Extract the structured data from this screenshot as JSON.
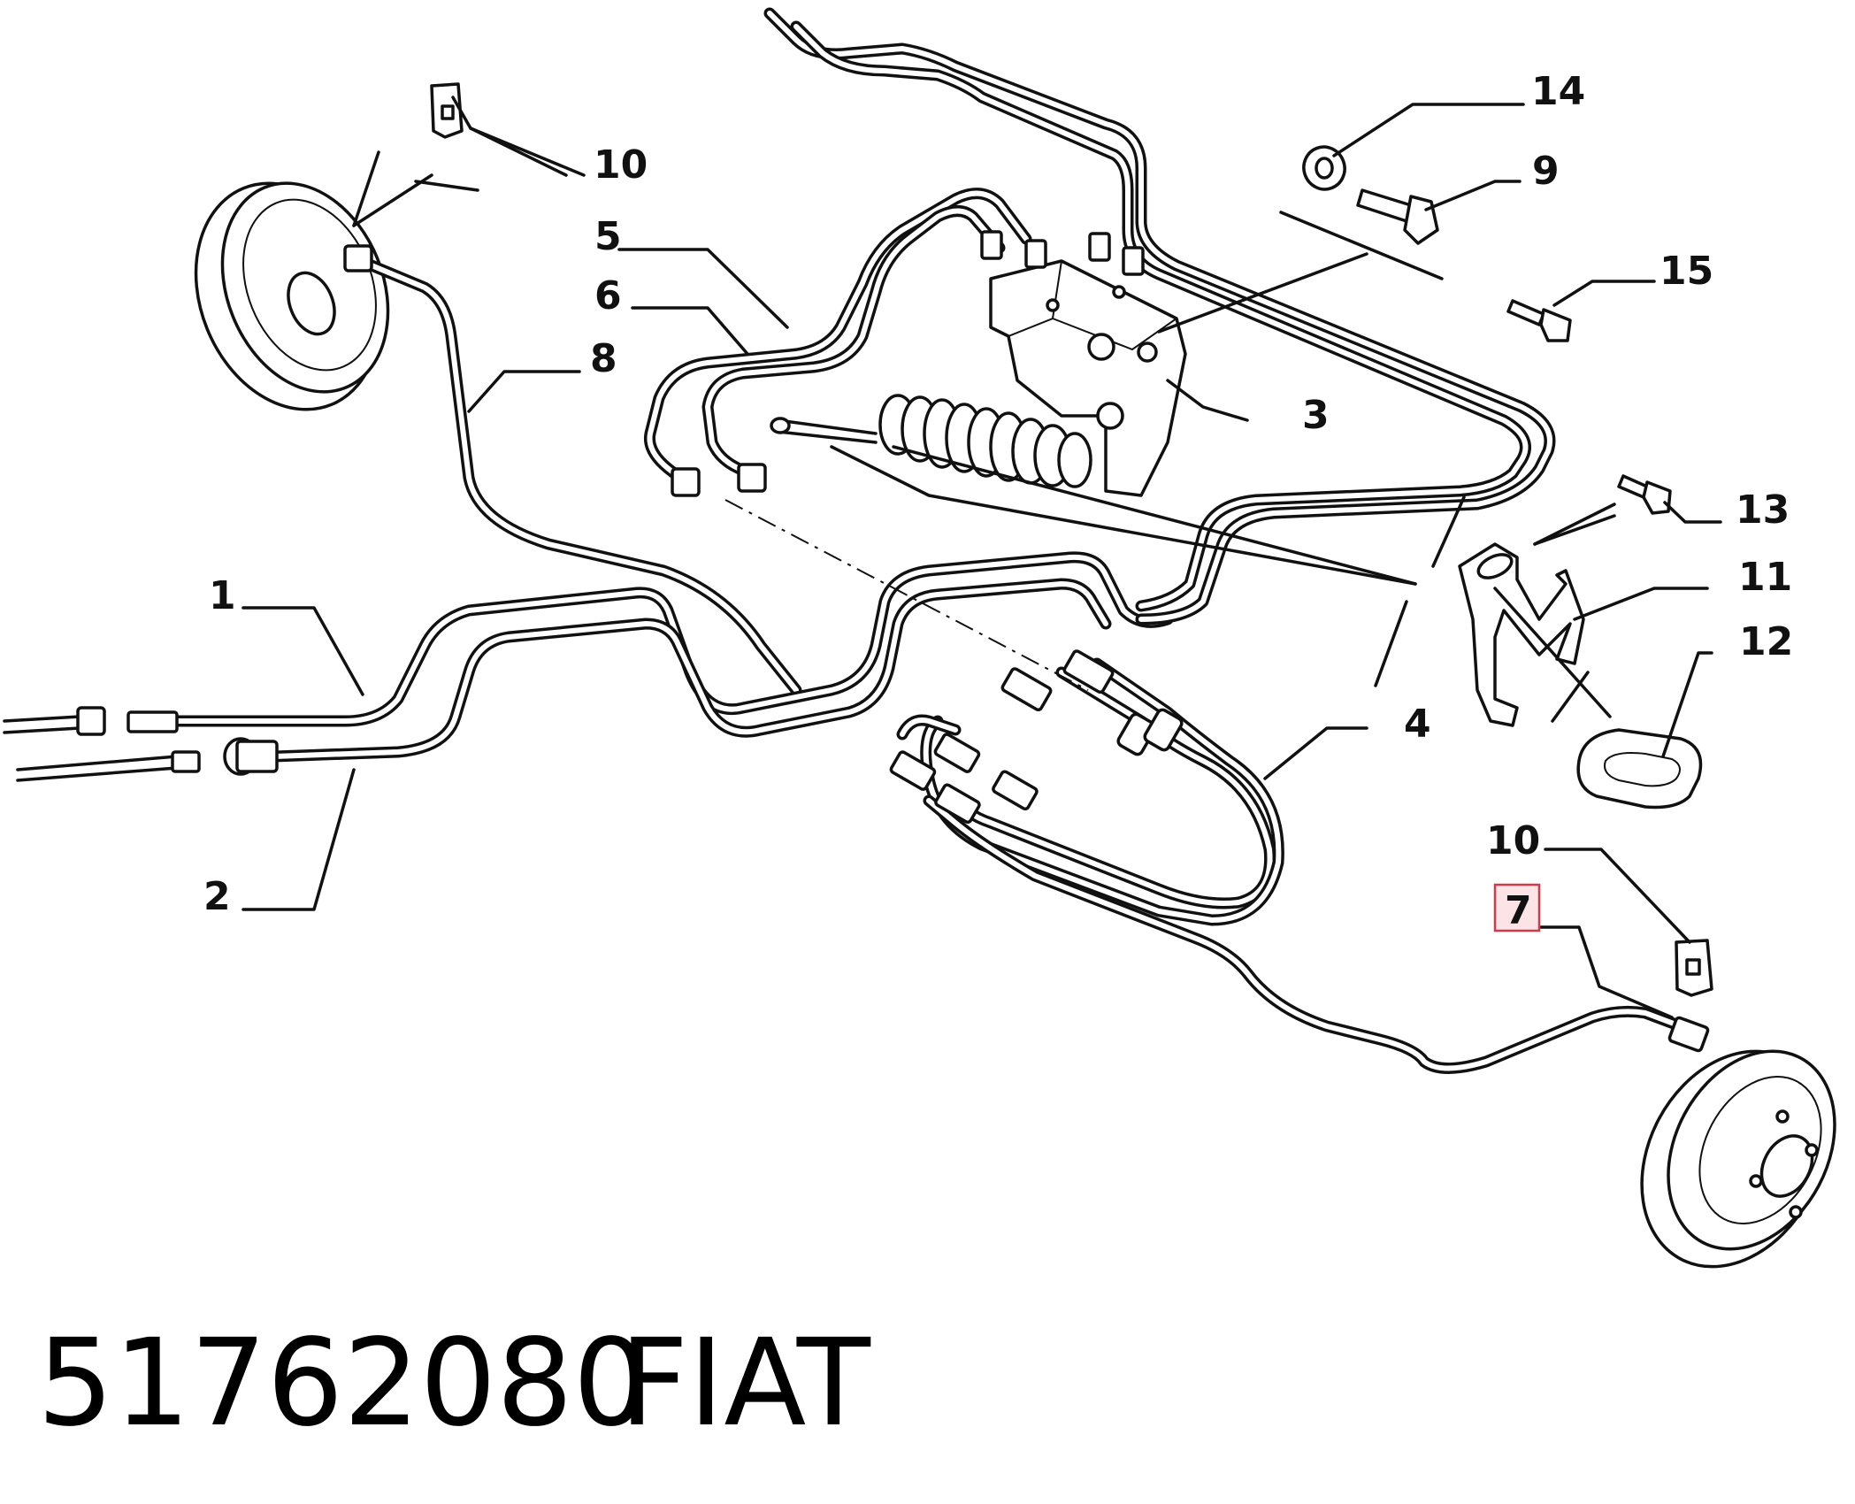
{
  "callouts": {
    "c1": "1",
    "c2": "2",
    "c3": "3",
    "c4": "4",
    "c5": "5",
    "c6": "6",
    "c7": "7",
    "c8": "8",
    "c9": "9",
    "c10a": "10",
    "c10b": "10",
    "c11": "11",
    "c12": "12",
    "c13": "13",
    "c14": "14",
    "c15": "15"
  },
  "highlighted_callout": "7",
  "caption": {
    "part_number": "51762080",
    "brand": "FIAT"
  }
}
